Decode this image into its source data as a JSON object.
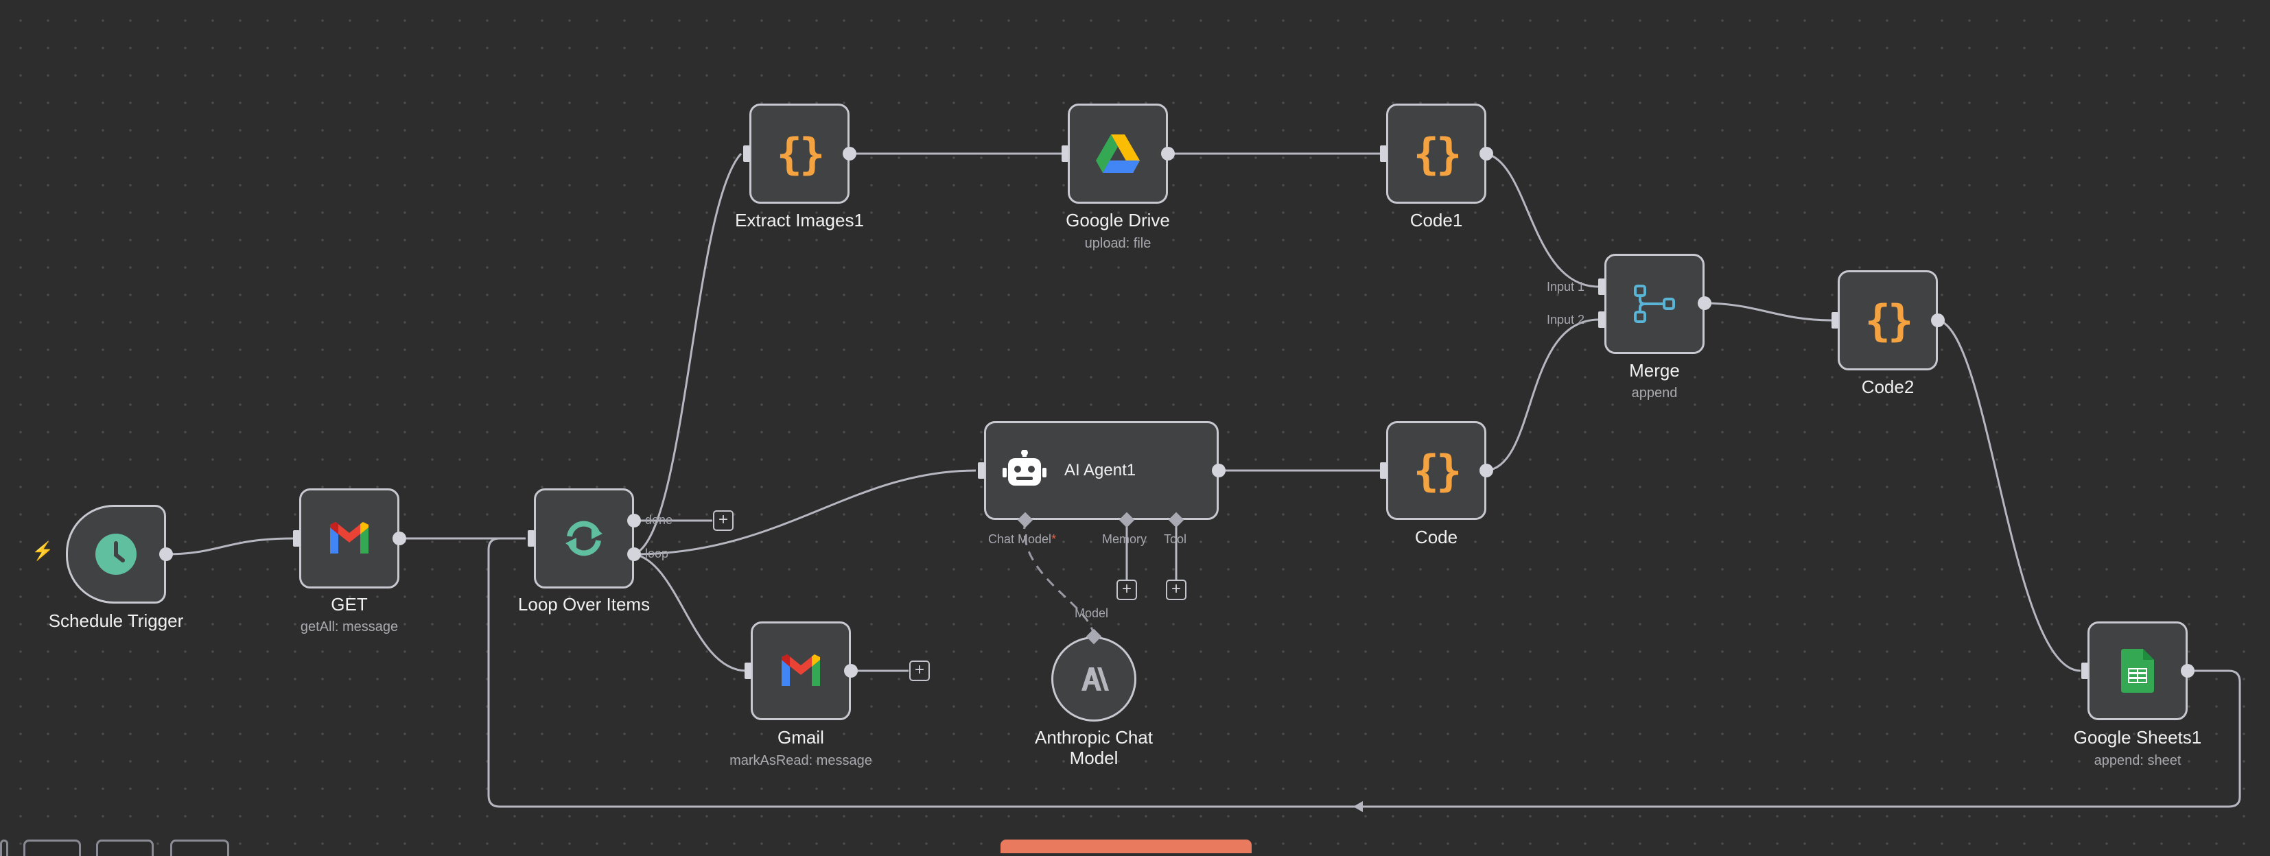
{
  "nodes": {
    "schedule_trigger": {
      "title": "Schedule Trigger",
      "icon": "clock-icon"
    },
    "get": {
      "title": "GET",
      "subtitle": "getAll: message",
      "icon": "gmail-icon"
    },
    "loop": {
      "title": "Loop Over Items",
      "icon": "loop-icon",
      "out_done": "done",
      "out_loop": "loop"
    },
    "extract": {
      "title": "Extract Images1",
      "icon": "code-braces-icon"
    },
    "drive": {
      "title": "Google Drive",
      "subtitle": "upload: file",
      "icon": "google-drive-icon"
    },
    "code1": {
      "title": "Code1",
      "icon": "code-braces-icon"
    },
    "merge": {
      "title": "Merge",
      "subtitle": "append",
      "icon": "merge-icon",
      "input1": "Input 1",
      "input2": "Input 2"
    },
    "code2": {
      "title": "Code2",
      "icon": "code-braces-icon"
    },
    "agent": {
      "title": "AI Agent1",
      "icon": "robot-icon",
      "port_chat_model": "Chat Model",
      "required_mark": "*",
      "port_memory": "Memory",
      "port_tool": "Tool"
    },
    "code": {
      "title": "Code",
      "icon": "code-braces-icon"
    },
    "gmail": {
      "title": "Gmail",
      "subtitle": "markAsRead: message",
      "icon": "gmail-icon"
    },
    "anthropic": {
      "title": "Anthropic Chat Model",
      "icon": "anthropic-icon",
      "port_model": "Model"
    },
    "sheets": {
      "title": "Google Sheets1",
      "subtitle": "append: sheet",
      "icon": "google-sheets-icon"
    }
  },
  "braces": "{}",
  "plus": "+",
  "trigger_bolt": "⚡",
  "colors": {
    "canvas": "#2d2d2d",
    "node_bg": "#414244",
    "node_border": "#c8c8d0",
    "code_accent": "#f4a340",
    "trigger_accent": "#5fbf9f",
    "merge_accent": "#5ab4d6",
    "warning": "#e8624a"
  }
}
